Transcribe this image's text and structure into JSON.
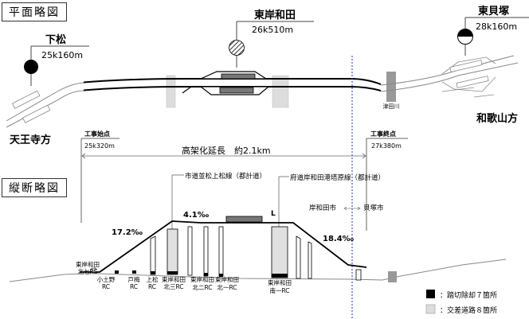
{
  "plan": {
    "title": "平面略図",
    "stations": [
      {
        "name": "下松",
        "km": "25k160m",
        "symbol": "filled-circle"
      },
      {
        "name": "東岸和田",
        "km": "26k510m",
        "symbol": "hatched-circle"
      },
      {
        "name": "東貝塚",
        "km": "28k160m",
        "symbol": "half-filled-circle"
      }
    ],
    "river": "津田川",
    "direction_left": "天王寺方",
    "direction_right": "和歌山方"
  },
  "profile": {
    "title": "縦断略図",
    "start": {
      "label": "工事始点",
      "km": "25k320m"
    },
    "end": {
      "label": "工事終点",
      "km": "27k380m"
    },
    "length_label": "高架化延長　約2.1km",
    "roads": [
      {
        "label": "市道並松上松線（都計道）"
      },
      {
        "label": "府道岸和田港塔原線（都計道）"
      }
    ],
    "station_marker": "L",
    "boundary": {
      "left": "岸和田市",
      "right": "貝塚市"
    },
    "gradients": [
      "17.2‰",
      "4.1‰",
      "18.4‰"
    ],
    "crossings": [
      {
        "line1": "東岸和田",
        "line2": "北七RC"
      },
      {
        "line1": "小土野",
        "line2": "RC"
      },
      {
        "line1": "戸梅",
        "line2": "RC"
      },
      {
        "line1": "上松",
        "line2": "RC"
      },
      {
        "line1": "東岸和田",
        "line2": "北三RC"
      },
      {
        "line1": "東岸和田",
        "line2": "北二RC"
      },
      {
        "line1": "東岸和田",
        "line2": "北一RC"
      },
      {
        "line1": "東岸和田",
        "line2": "南一RC"
      }
    ],
    "legend": [
      {
        "label": "：踏切除却７箇所",
        "color": "#000000"
      },
      {
        "label": "：交差道路８箇所",
        "color": "#dddddd"
      }
    ]
  },
  "colors": {
    "boundary_line": "#2233cc",
    "platform": "#777777",
    "river": "#999999",
    "road_band": "#dddddd"
  }
}
